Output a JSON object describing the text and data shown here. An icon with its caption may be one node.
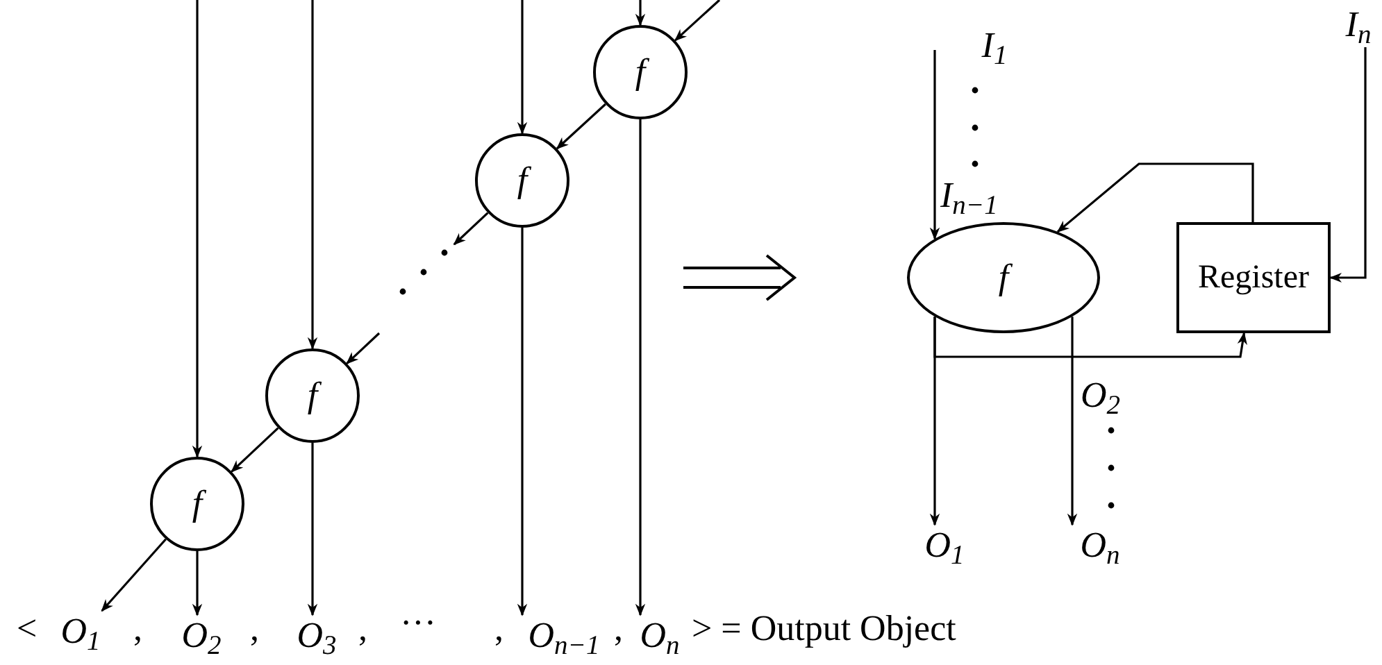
{
  "diagram": {
    "nodes": [
      {
        "text": [
          "f"
        ]
      },
      {
        "text": [
          "f"
        ]
      },
      {
        "text": [
          "f"
        ]
      },
      {
        "text": [
          "f"
        ]
      },
      {
        "text": [
          "O$_{1}$"
        ]
      },
      {
        "text": [
          "O$_{2}$"
        ]
      },
      {
        "text": [
          "O$_{3}$"
        ]
      },
      {
        "text": [
          "O$_{n−1}$"
        ]
      },
      {
        "text": [
          "O$_{n}$"
        ]
      },
      {
        "text": [
          "I$_{1}$"
        ]
      },
      {
        "text": [
          "f"
        ]
      },
      {
        "text": [
          "Register"
        ]
      },
      {
        "text": [
          "I$_{n}$"
        ]
      },
      {
        "text": [
          "O$_{1}$"
        ]
      },
      {
        "text": [
          "O$_{n}$"
        ]
      }
    ],
    "edges": [
      {
        "from": null,
        "to": 0,
        "arrow": "to"
      },
      {
        "from": null,
        "to": 0,
        "arrow": "to"
      },
      {
        "from": null,
        "to": 1,
        "arrow": "to"
      },
      {
        "from": null,
        "to": 2,
        "arrow": "to"
      },
      {
        "from": null,
        "to": 3,
        "arrow": "to"
      },
      {
        "from": 0,
        "to": 1,
        "arrow": "to"
      },
      {
        "from": 1,
        "to": null,
        "arrow": "to"
      },
      {
        "from": null,
        "to": 2,
        "arrow": "to"
      },
      {
        "from": 2,
        "to": 3,
        "arrow": "to"
      },
      {
        "from": 3,
        "to": 4,
        "arrow": "to"
      },
      {
        "from": 3,
        "to": 5,
        "arrow": "to"
      },
      {
        "from": 2,
        "to": 6,
        "arrow": "to"
      },
      {
        "from": 1,
        "to": 7,
        "arrow": "to"
      },
      {
        "from": 0,
        "to": 8,
        "arrow": "to"
      },
      {
        "from": null,
        "to": 10,
        "arrow": "to"
      },
      {
        "from": 12,
        "to": 11,
        "arrow": "to"
      },
      {
        "from": 11,
        "to": 10,
        "arrow": "to"
      },
      {
        "from": 10,
        "to": 11,
        "arrow": "to"
      },
      {
        "from": 10,
        "to": 13,
        "arrow": "to"
      },
      {
        "from": 10,
        "to": 14,
        "arrow": "to"
      }
    ],
    "labels": [
      "<",
      ",",
      ",",
      ",",
      "···",
      ",",
      ",",
      "> = Output Object",
      "I$_{n−1}$",
      "O$_{2}$"
    ]
  }
}
